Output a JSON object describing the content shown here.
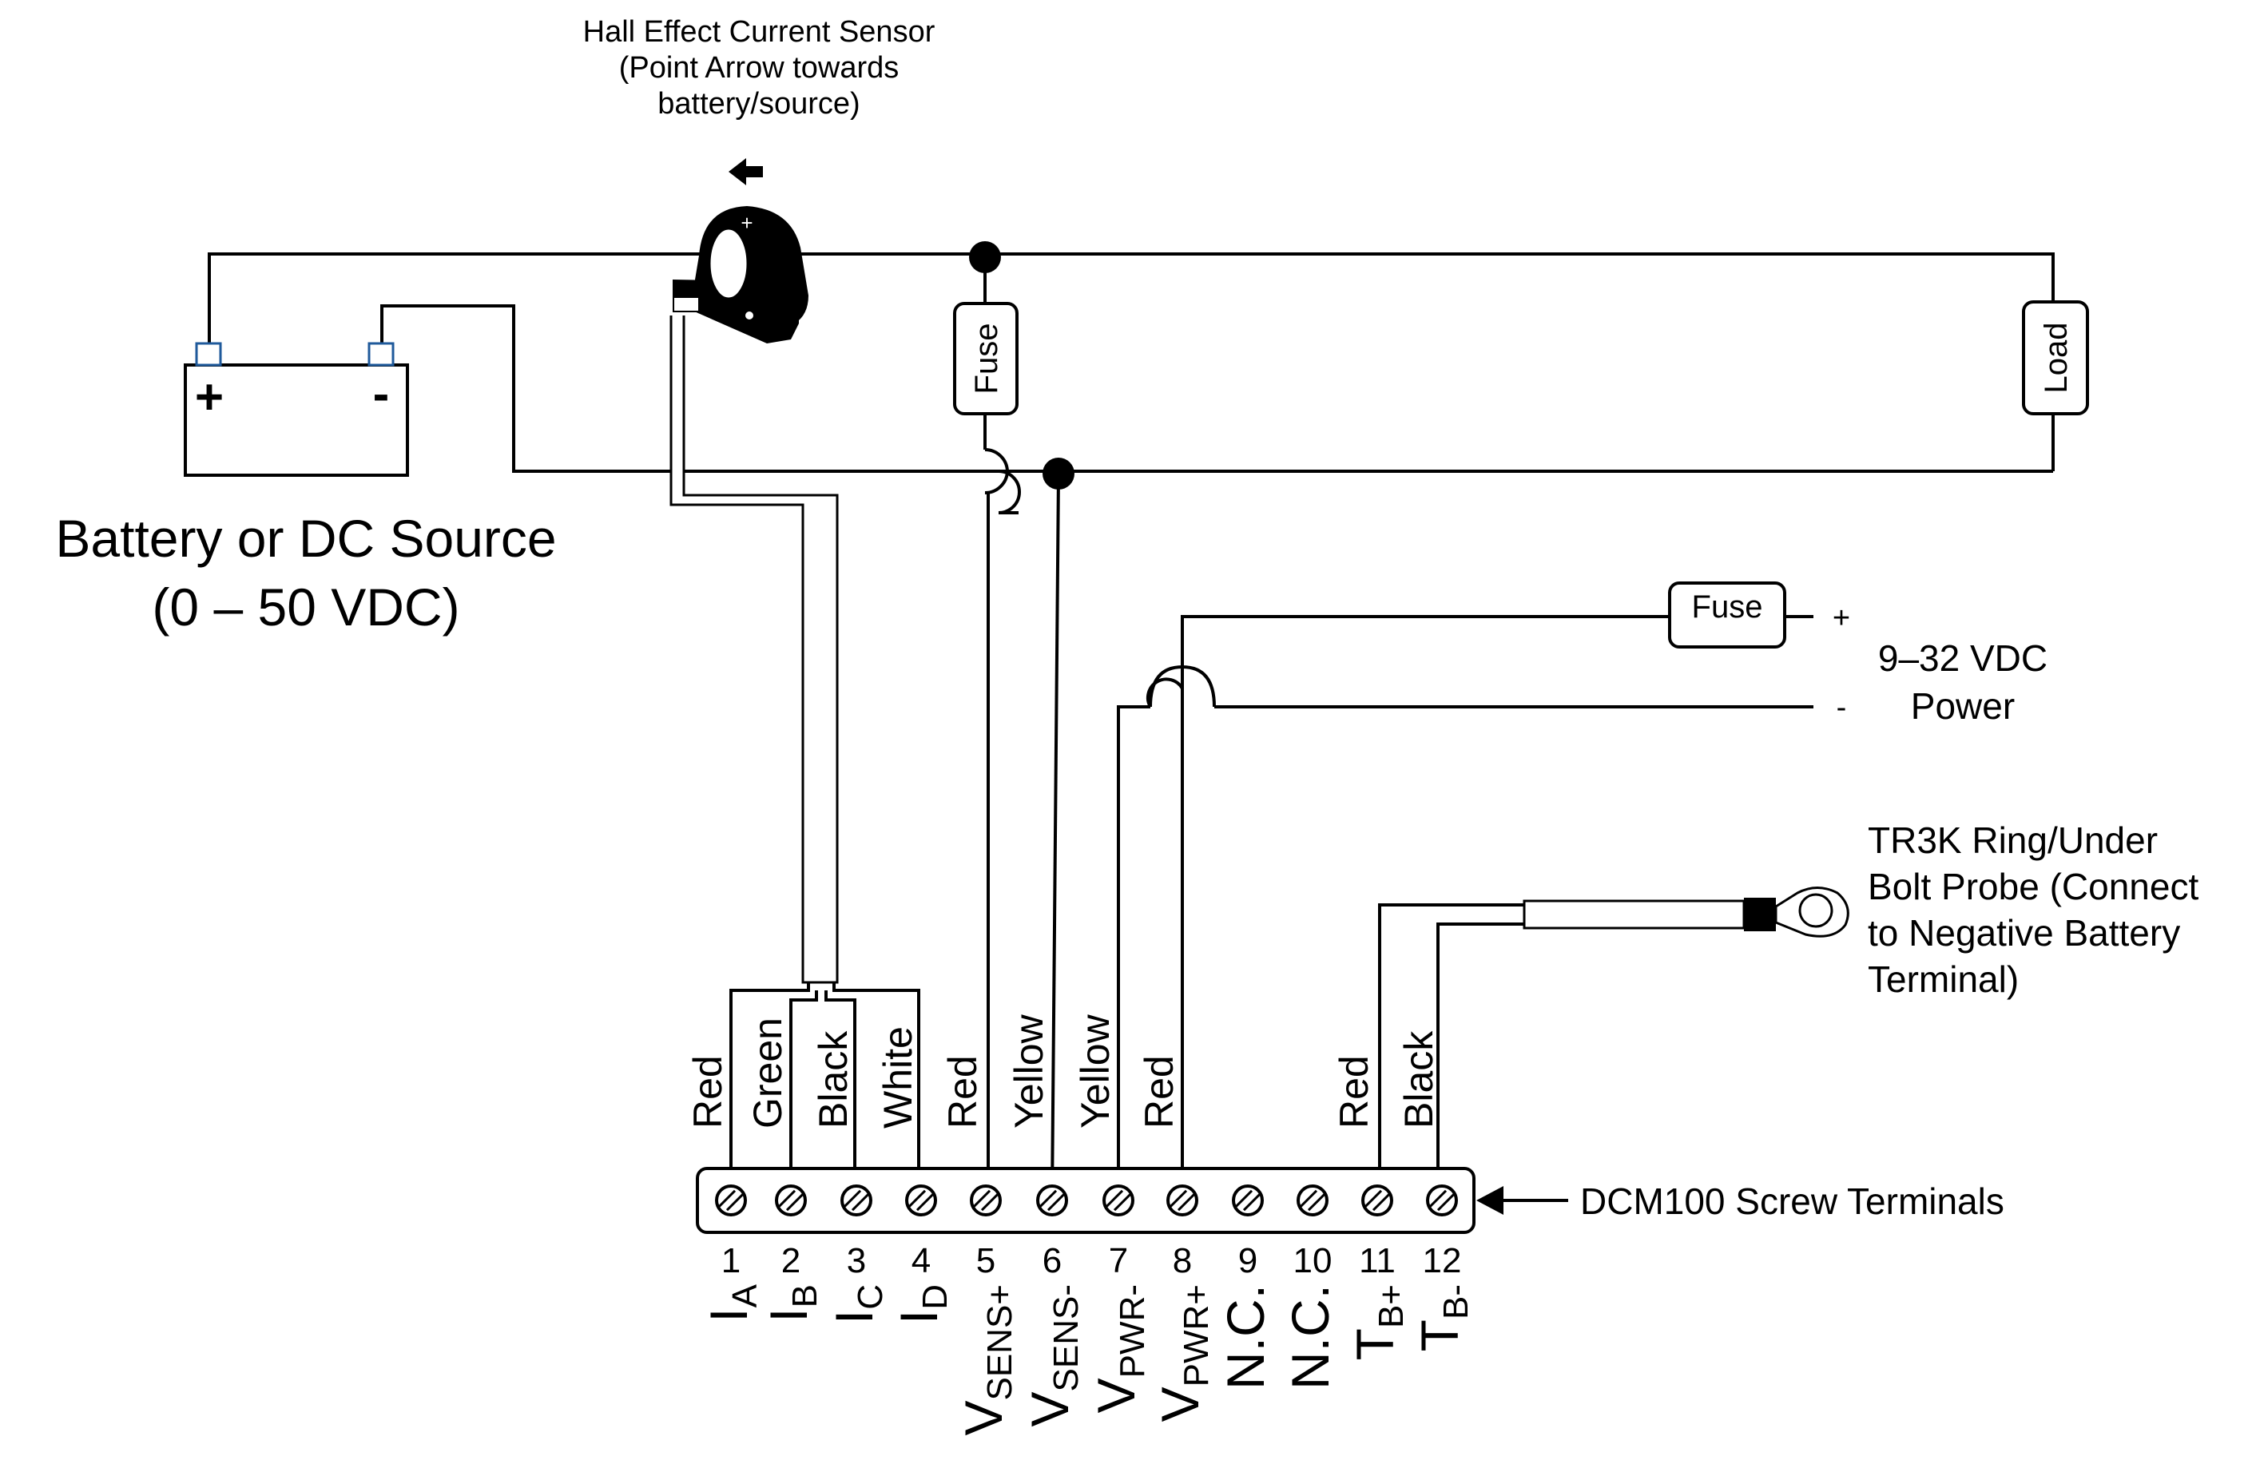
{
  "sensor": {
    "title": "Hall Effect Current Sensor",
    "line2": "(Point Arrow towards",
    "line3": "battery/source)",
    "polarity_mark": "+"
  },
  "battery": {
    "plus": "+",
    "minus": "-",
    "label_line1": "Battery or DC Source",
    "label_line2": "(0 – 50 VDC)"
  },
  "fuse_labels": {
    "main": "Fuse",
    "power": "Fuse"
  },
  "load_label": "Load",
  "power": {
    "plus": "+",
    "minus": "-",
    "label_line1": "9–32 VDC",
    "label_line2": "Power"
  },
  "probe": {
    "line1": "TR3K Ring/Under",
    "line2": "Bolt Probe (Connect",
    "line3": "to Negative Battery",
    "line4": "Terminal)"
  },
  "terminal_block_label": "DCM100 Screw Terminals",
  "wire_colors": [
    {
      "terminal": 1,
      "color": "Red"
    },
    {
      "terminal": 2,
      "color": "Green"
    },
    {
      "terminal": 3,
      "color": "Black"
    },
    {
      "terminal": 4,
      "color": "White"
    },
    {
      "terminal": 5,
      "color": "Red"
    },
    {
      "terminal": 6,
      "color": "Yellow"
    },
    {
      "terminal": 7,
      "color": "Yellow"
    },
    {
      "terminal": 8,
      "color": "Red"
    },
    {
      "terminal": 11,
      "color": "Red"
    },
    {
      "terminal": 12,
      "color": "Black"
    }
  ],
  "terminals": [
    {
      "number": "1",
      "name": "I",
      "sub": "A"
    },
    {
      "number": "2",
      "name": "I",
      "sub": "B"
    },
    {
      "number": "3",
      "name": "I",
      "sub": "C"
    },
    {
      "number": "4",
      "name": "I",
      "sub": "D"
    },
    {
      "number": "5",
      "name": "V",
      "sub": "SENS+"
    },
    {
      "number": "6",
      "name": "V",
      "sub": "SENS-"
    },
    {
      "number": "7",
      "name": "V",
      "sub": "PWR-"
    },
    {
      "number": "8",
      "name": "V",
      "sub": "PWR+"
    },
    {
      "number": "9",
      "name": "N.C.",
      "sub": ""
    },
    {
      "number": "10",
      "name": "N.C.",
      "sub": ""
    },
    {
      "number": "11",
      "name": "T",
      "sub": "B+"
    },
    {
      "number": "12",
      "name": "T",
      "sub": "B-"
    }
  ]
}
